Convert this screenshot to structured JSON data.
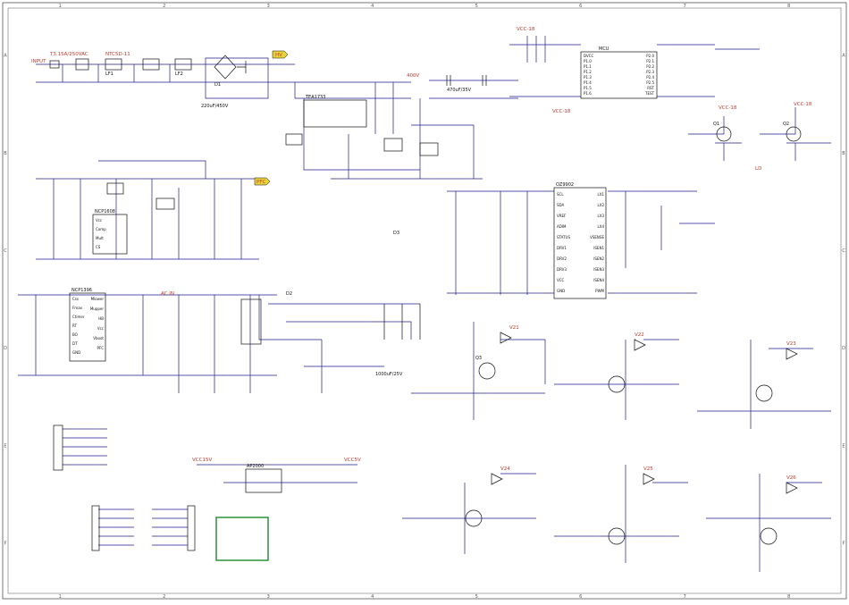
{
  "colors": {
    "wire": "#1e1e8c",
    "label": "#c0392b",
    "part": "#101010",
    "frame": "#555555",
    "highlight": "#1a8a2a",
    "netflag": "#e8d23a"
  },
  "frame": {
    "columns": [
      "1",
      "2",
      "3",
      "4",
      "5",
      "6",
      "7",
      "8"
    ],
    "rows": [
      "A",
      "B",
      "C",
      "D",
      "E",
      "F"
    ]
  },
  "labels": {
    "input": "INPUT",
    "fuse": "T3.15A/250VAC",
    "rt": "NTC5D-11",
    "vcc18a": "VCC-18",
    "vcc18b": "VCC-18",
    "vcc18c": "VCC-18",
    "vcc18d": "VCC-18",
    "vcc15": "VCC15V",
    "vcc5": "VCC5V",
    "v400": "400V",
    "pfc": "PFC",
    "hv": "HV",
    "ac_in": "AC IN",
    "ld": "LD",
    "v21": "V21",
    "v22": "V22",
    "v23": "V23",
    "v24": "V24",
    "v25": "V25",
    "v26": "V26",
    "ic1": "NCP1608",
    "ic2": "NCP1396",
    "ic3": "TEA1733",
    "ic4": "OZ9902",
    "ic5": "AP2000",
    "ic6": "MCU",
    "cap1": "220uF/450V",
    "cap2": "1000uF/25V",
    "cap3": "470uF/35V",
    "ind1": "LF1",
    "ind2": "LF2",
    "q1": "Q1",
    "q2": "Q2",
    "q3": "Q3",
    "d1": "D1",
    "d2": "D2",
    "d3": "D3"
  },
  "chips": {
    "left_pins": [
      "Vcc",
      "Comp",
      "Mult",
      "CS"
    ],
    "left_pins2": [
      "Css",
      "Fmax",
      "Ctimer",
      "RT",
      "BO",
      "DT",
      "GND"
    ],
    "right_pins2": [
      "Mlower",
      "Mupper",
      "HB",
      "Vcc",
      "Vboot",
      "PFC"
    ],
    "mid_pins": [
      "SCL",
      "SDA",
      "VREF",
      "ADIM",
      "STATUS",
      "DRV1",
      "DRV2",
      "DRV3",
      "VCC",
      "GND"
    ],
    "mid_pins_r": [
      "LX1",
      "LX2",
      "LX3",
      "LX4",
      "VSENSE",
      "ISEN1",
      "ISEN2",
      "ISEN3",
      "ISEN4",
      "PWM"
    ],
    "mcu_left": [
      "DVCC",
      "P1.0",
      "P1.1",
      "P1.2",
      "P1.3",
      "P1.4",
      "P1.5",
      "P1.6"
    ],
    "mcu_right": [
      "P2.0",
      "P2.1",
      "P2.2",
      "P2.3",
      "P2.4",
      "P2.5",
      "RST",
      "TEST"
    ]
  }
}
